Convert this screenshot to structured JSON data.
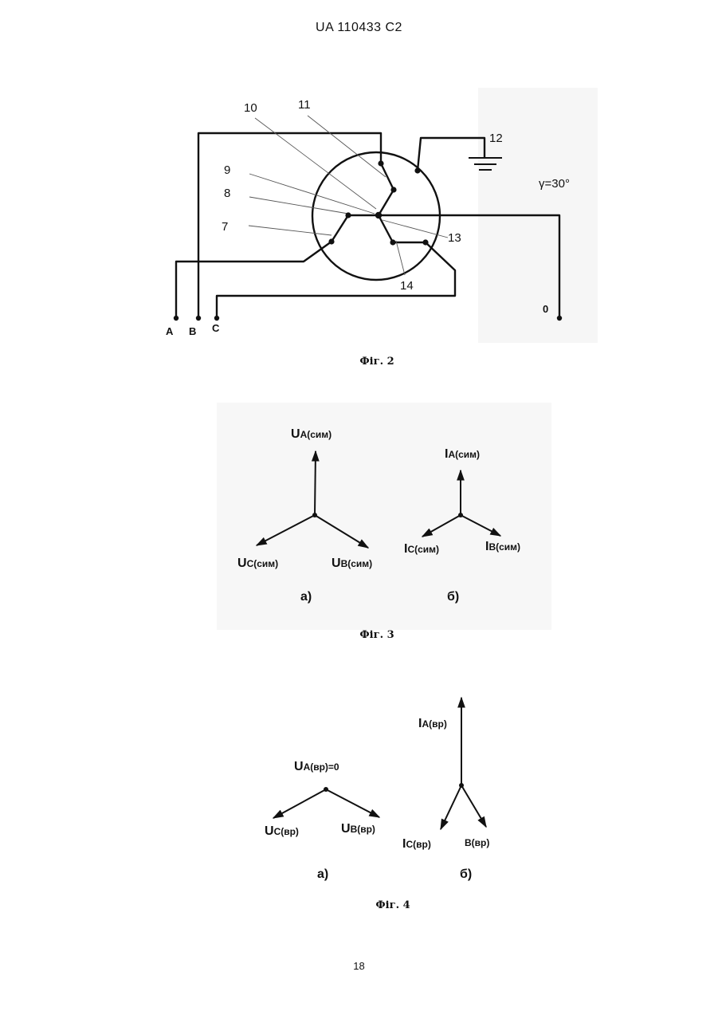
{
  "header": {
    "doc_number": "UA   110433   C2"
  },
  "figure2": {
    "caption": "Фіг. 2",
    "callouts": [
      "7",
      "8",
      "9",
      "10",
      "11",
      "12",
      "13",
      "14"
    ],
    "angle_label": "γ=30°",
    "terminals": {
      "a": "A",
      "b": "B",
      "c": "C",
      "zero": "0"
    }
  },
  "figure3": {
    "caption": "Фіг. 3",
    "panel_a": {
      "label": "а)",
      "vectors": [
        {
          "main": "U",
          "sub": "A(сим)"
        },
        {
          "main": "U",
          "sub": "B(сим)"
        },
        {
          "main": "U",
          "sub": "C(сим)"
        }
      ]
    },
    "panel_b": {
      "label": "б)",
      "vectors": [
        {
          "main": "I",
          "sub": "A(сим)"
        },
        {
          "main": "I",
          "sub": "B(сим)"
        },
        {
          "main": "I",
          "sub": "C(сим)"
        }
      ]
    }
  },
  "figure4": {
    "caption": "Фіг. 4",
    "panel_a": {
      "label": "а)",
      "vectors": [
        {
          "main": "U",
          "sub": "A(вр)=0"
        },
        {
          "main": "U",
          "sub": "B(вр)"
        },
        {
          "main": "U",
          "sub": "C(вр)"
        }
      ]
    },
    "panel_b": {
      "label": "б)",
      "vectors": [
        {
          "main": "I",
          "sub": "A(вр)"
        },
        {
          "main": "",
          "sub": "B(вр)"
        },
        {
          "main": "I",
          "sub": "C(вр)"
        }
      ]
    }
  },
  "footer": {
    "page_number": "18"
  }
}
